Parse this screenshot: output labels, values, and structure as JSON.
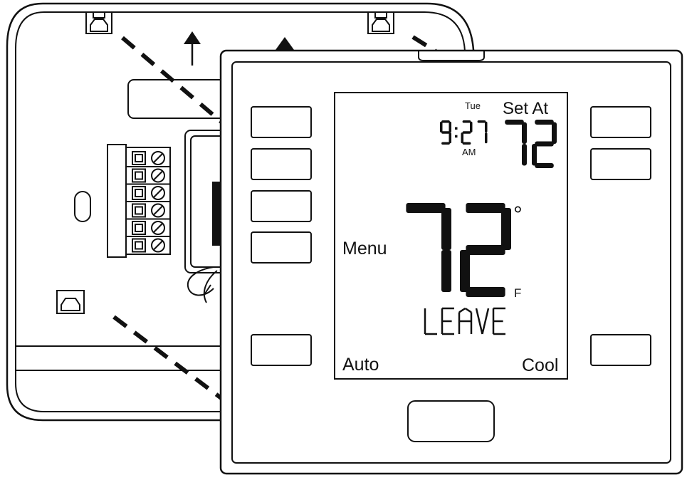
{
  "display": {
    "day": "Tue",
    "time": "9:27",
    "meridiem": "AM",
    "set_at_label": "Set At",
    "set_temp": "72",
    "current_temp": "72",
    "degree_symbol": "°",
    "unit": "F",
    "status_word": "LEAVE",
    "menu_label": "Menu",
    "mode_label": "Auto",
    "fan_label": "Cool"
  },
  "icons": {
    "arrows": "arrow-up-icon",
    "terminal": "terminal-screw-icon"
  }
}
